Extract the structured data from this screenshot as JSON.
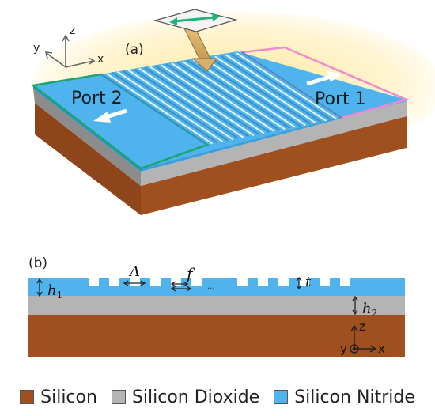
{
  "panel_a": {
    "label": "(a)",
    "axes": {
      "x": "x",
      "y": "y",
      "z": "z"
    },
    "port_left": "Port 2",
    "port_right": "Port 1"
  },
  "panel_b": {
    "label": "(b)",
    "symbols": {
      "h1": "h",
      "h1_sub": "1",
      "h2": "h",
      "h2_sub": "2",
      "period": "Λ",
      "fill": "f",
      "etch": "t",
      "dots": "···"
    },
    "axes": {
      "z": "z",
      "y": "y",
      "x": "x"
    }
  },
  "legend": {
    "items": [
      {
        "label": "Silicon",
        "color": "#a0501f"
      },
      {
        "label": "Silicon Dioxide",
        "color": "#b4b4b4"
      },
      {
        "label": "Silicon Nitride",
        "color": "#4fb3ee"
      }
    ]
  },
  "colors": {
    "silicon": "#a0501f",
    "oxide": "#b4b4b4",
    "nitride": "#4fb3ee",
    "port2_edge": "#1aa56b",
    "port1_edge": "#f08ad0",
    "arrow_white": "#ffffff",
    "grating_glow": "#ffcc33"
  }
}
